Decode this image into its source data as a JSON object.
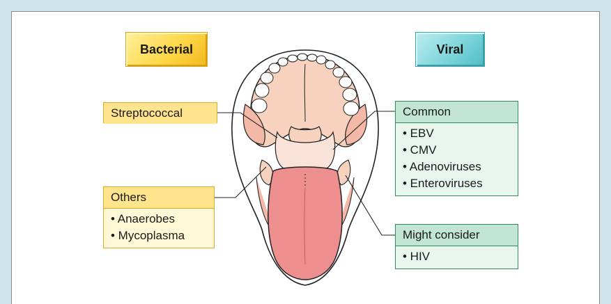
{
  "headers": {
    "bacterial": "Bacterial",
    "viral": "Viral"
  },
  "bacterial": {
    "streptococcal": "Streptococcal",
    "others": {
      "title": "Others",
      "items": [
        "• Anaerobes",
        "• Mycoplasma"
      ]
    }
  },
  "viral": {
    "common": {
      "title": "Common",
      "items": [
        "• EBV",
        "• CMV",
        "• Adenoviruses",
        "• Enteroviruses"
      ]
    },
    "might_consider": {
      "title": "Might consider",
      "items": [
        "• HIV"
      ]
    }
  },
  "colors": {
    "page_bg": "#cfe3ea",
    "bacterial_header": "#ffd84a",
    "viral_header": "#7fd6dc",
    "bacterial_box": "#ffe48e",
    "viral_box": "#c2e6d3",
    "tongue": "#ee8f8f",
    "mouth_skin": "#f6d2bf"
  }
}
